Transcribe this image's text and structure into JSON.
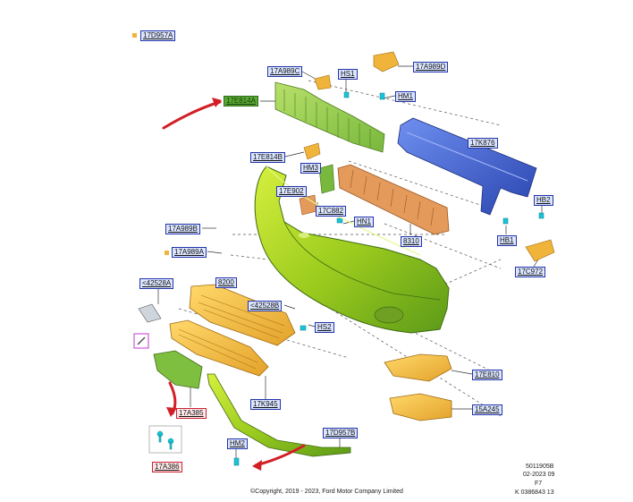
{
  "labels": {
    "p17D957A_top": "17D957A",
    "p17A989C": "17A989C",
    "pHS1": "HS1",
    "p17A989D": "17A989D",
    "p17E814A": "17E814A",
    "pHM1": "HM1",
    "p17K876": "17K876",
    "p17E814B": "17E814B",
    "pHM3": "HM3",
    "p17E902": "17E902",
    "p17C882": "17C882",
    "pHN1": "HN1",
    "pHB2": "HB2",
    "p17A989B": "17A989B",
    "p17A989A": "17A989A",
    "p8310": "8310",
    "pHB1": "HB1",
    "p17C972": "17C972",
    "p42528A": "<42528A",
    "p8200": "8200",
    "p42528B": "<42528B",
    "pHS2": "HS2",
    "p17E810": "17E810",
    "p17A385": "17A385",
    "p17K945": "17K945",
    "p15A245": "15A245",
    "p17A386": "17A386",
    "pHM2": "HM2",
    "p17D957B": "17D957B"
  },
  "footer": {
    "copyright": "©Copyright, 2019 - 2023, Ford Motor Company Limited",
    "code1": "5011905B",
    "code2": "02-2023 09",
    "code3": "F7",
    "code4": "K 0386843 13"
  },
  "colors": {
    "label_bg": "#dce6ff",
    "label_border": "#2233aa",
    "label_red_border": "#cc2233",
    "label_green": "#5aa832",
    "bumper": "#9ccc1e",
    "reinforcement": "#3d5fc8",
    "absorber": "#e39a5a",
    "grille": "#f0b43a",
    "clip": "#19c4d8",
    "arrow": "#d21f26"
  }
}
